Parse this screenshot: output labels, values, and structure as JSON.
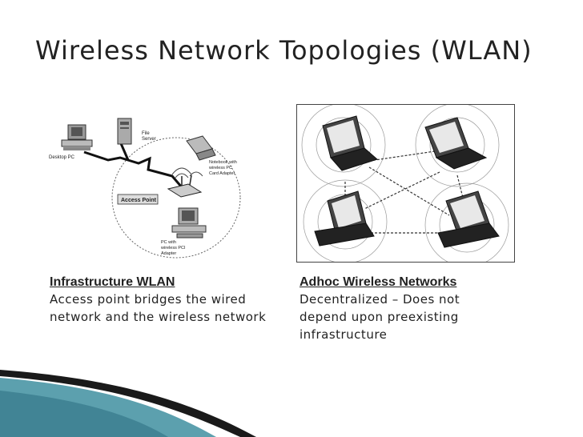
{
  "title": "Wireless Network Topologies (WLAN)",
  "infrastructure": {
    "heading": "Infrastructure WLAN",
    "description": "Access point bridges the wired network and the wireless network",
    "labels": {
      "desktop_pc": "Desktop PC",
      "file_server": [
        "File",
        "Server"
      ],
      "notebook": [
        "Notebook with",
        "wireless PC",
        "Card Adapter"
      ],
      "access_point": "Access Point",
      "pc_wireless": [
        "PC with",
        "wireless PCI",
        "Adapter"
      ]
    }
  },
  "adhoc": {
    "heading": "Adhoc Wireless Networks",
    "description": "Decentralized – Does not depend upon preexisting infrastructure"
  },
  "colors": {
    "title": "#222222",
    "footer_dark": "#1a1a1a",
    "footer_teal": "#3f8fa0"
  }
}
